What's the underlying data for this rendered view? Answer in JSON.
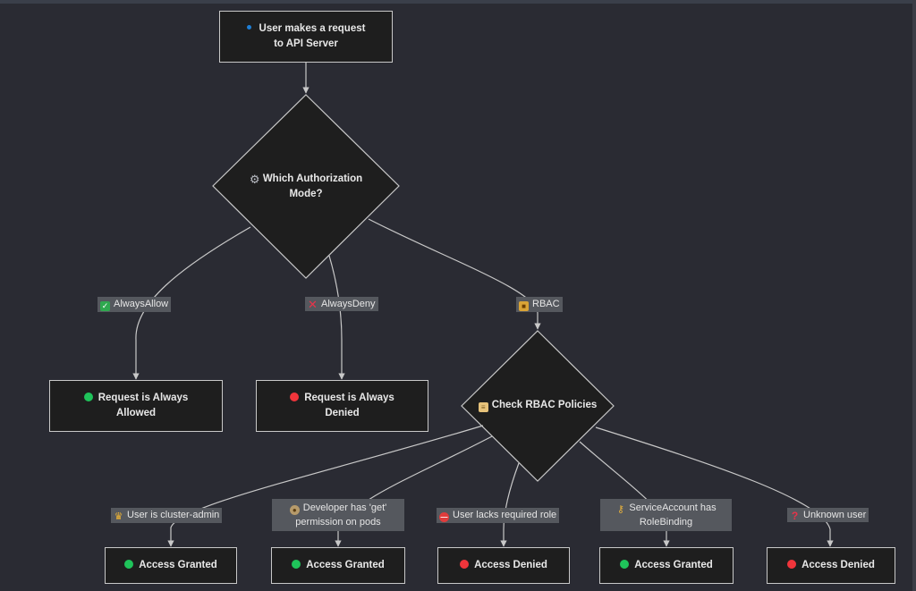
{
  "colors": {
    "background": "#2a2b33",
    "node_fill": "#1e1e1e",
    "node_border": "#c8c8c8",
    "edge": "#c8c8c8",
    "label_bg": "#55585e",
    "granted": "#1fc35a",
    "denied": "#f0353b"
  },
  "nodes": {
    "start": {
      "icon": "blue-dot-icon",
      "line1": "User makes a request",
      "line2": "to API Server"
    },
    "mode": {
      "icon": "gear-icon",
      "line1": "Which Authorization",
      "line2": "Mode?"
    },
    "always_allowed": {
      "icon": "green-circle-icon",
      "line1": "Request is Always",
      "line2": "Allowed"
    },
    "always_denied": {
      "icon": "red-circle-icon",
      "line1": "Request is Always",
      "line2": "Denied"
    },
    "rbac_check": {
      "icon": "scroll-icon",
      "label": "Check RBAC Policies"
    },
    "granted_admin": {
      "icon": "green-circle-icon",
      "label": "Access Granted"
    },
    "granted_dev": {
      "icon": "green-circle-icon",
      "label": "Access Granted"
    },
    "denied_role": {
      "icon": "red-circle-icon",
      "label": "Access Denied"
    },
    "granted_sa": {
      "icon": "green-circle-icon",
      "label": "Access Granted"
    },
    "denied_unknown": {
      "icon": "red-circle-icon",
      "label": "Access Denied"
    }
  },
  "edge_labels": {
    "always_allow": {
      "icon": "check-icon",
      "text": "AlwaysAllow"
    },
    "always_deny": {
      "icon": "cross-icon",
      "text": "AlwaysDeny"
    },
    "rbac": {
      "icon": "lock-icon",
      "text": "RBAC"
    },
    "cluster_admin": {
      "icon": "crown-icon",
      "text": "User is cluster-admin"
    },
    "developer": {
      "icon": "person-icon",
      "line1": "Developer has 'get'",
      "line2": "permission on pods"
    },
    "lacks_role": {
      "icon": "no-entry-icon",
      "text": "User lacks required role"
    },
    "service_account": {
      "icon": "key-icon",
      "line1": "ServiceAccount has",
      "line2": "RoleBinding"
    },
    "unknown_user": {
      "icon": "question-icon",
      "text": "Unknown user"
    }
  }
}
